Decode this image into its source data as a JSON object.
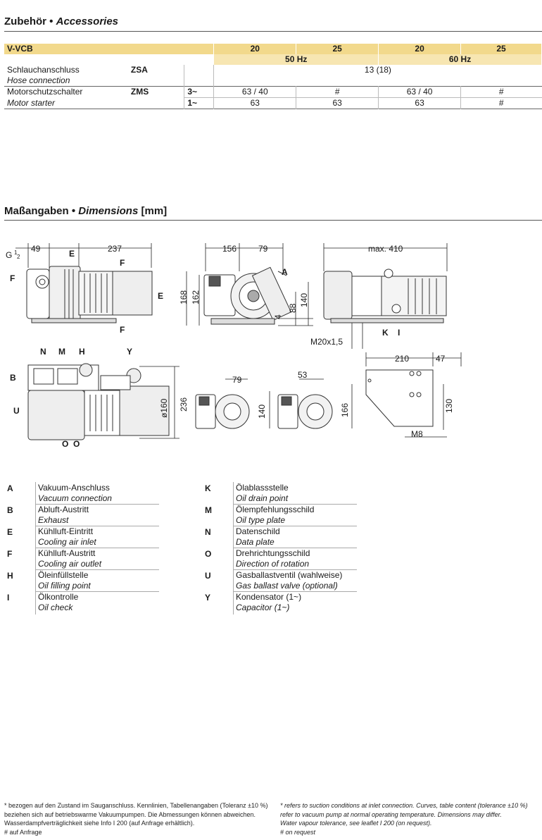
{
  "accessories": {
    "title_de": "Zubehör",
    "title_en": "Accessories",
    "bullet": "•",
    "model": "V-VCB",
    "sizes": [
      "20",
      "25",
      "20",
      "25"
    ],
    "freq_50": "50 Hz",
    "freq_60": "60 Hz",
    "rows": [
      {
        "de": "Schlauchanschluss",
        "en": "Hose connection",
        "code": "ZSA",
        "value": "13 (18)"
      },
      {
        "de": "Motorschutzschalter",
        "en": "Motor starter",
        "code": "ZMS",
        "phase1": "3~",
        "vals1": [
          "63 / 40",
          "#",
          "63 / 40",
          "#"
        ],
        "phase2": "1~",
        "vals2": [
          "63",
          "63",
          "63",
          "#"
        ]
      }
    ]
  },
  "dimensions": {
    "title_de": "Maßangaben",
    "bullet": "•",
    "title_en": "Dimensions",
    "unit": "[mm]",
    "labels": {
      "g": "G",
      "g_num": "1",
      "g_den": "2",
      "d49": "49",
      "d237": "237",
      "d156": "156",
      "d79": "79",
      "max410": "max. 410",
      "d168": "168",
      "d162": "162",
      "d140": "140",
      "d88": "88",
      "d4": "4",
      "m20": "M20x1,5",
      "d210": "210",
      "d47": "47",
      "d53": "53",
      "d166": "166",
      "d130": "130",
      "m8": "M8",
      "d236": "236",
      "d160": "ø160",
      "A": "A",
      "B": "B",
      "E": "E",
      "F": "F",
      "H": "H",
      "I": "I",
      "K": "K",
      "M": "M",
      "N": "N",
      "O": "O",
      "U": "U",
      "Y": "Y"
    }
  },
  "legend_left": [
    {
      "key": "A",
      "de": "Vakuum-Anschluss",
      "en": "Vacuum connection"
    },
    {
      "key": "B",
      "de": "Abluft-Austritt",
      "en": "Exhaust"
    },
    {
      "key": "E",
      "de": "Kühlluft-Eintritt",
      "en": "Cooling air inlet"
    },
    {
      "key": "F",
      "de": "Kühlluft-Austritt",
      "en": "Cooling air outlet"
    },
    {
      "key": "H",
      "de": "Öleinfüllstelle",
      "en": "Oil filling point"
    },
    {
      "key": "I",
      "de": "Ölkontrolle",
      "en": "Oil check"
    }
  ],
  "legend_right": [
    {
      "key": "K",
      "de": "Ölablassstelle",
      "en": "Oil drain point"
    },
    {
      "key": "M",
      "de": "Ölempfehlungsschild",
      "en": "Oil type plate"
    },
    {
      "key": "N",
      "de": "Datenschild",
      "en": "Data plate"
    },
    {
      "key": "O",
      "de": "Drehrichtungsschild",
      "en": "Direction of rotation"
    },
    {
      "key": "U",
      "de": "Gasballastventil (wahlweise)",
      "en": "Gas ballast valve (optional)"
    },
    {
      "key": "Y",
      "de": "Kondensator  (1~)",
      "en": "Capacitor  (1~)"
    }
  ],
  "footnotes": {
    "de": [
      "*  bezogen auf den Zustand im Sauganschluss. Kennlinien, Tabellenangaben (Toleranz ±10 %)",
      "   beziehen sich auf betriebswarme Vakuumpumpen. Die Abmessungen können abweichen.",
      "   Wasserdampfverträglichkeit siehe Info I 200 (auf Anfrage erhältlich).",
      "#  auf Anfrage"
    ],
    "en": [
      "*  refers to suction conditions at inlet connection. Curves, table content (tolerance ±10 %)",
      "   refer to vacuum pump at normal operating temperature. Dimensions may differ.",
      "   Water vapour tolerance, see leaflet I 200 (on request).",
      "#  on request"
    ]
  },
  "colors": {
    "header": "#f2d98c",
    "subheader": "#f7e6b2",
    "rule": "#555555"
  }
}
